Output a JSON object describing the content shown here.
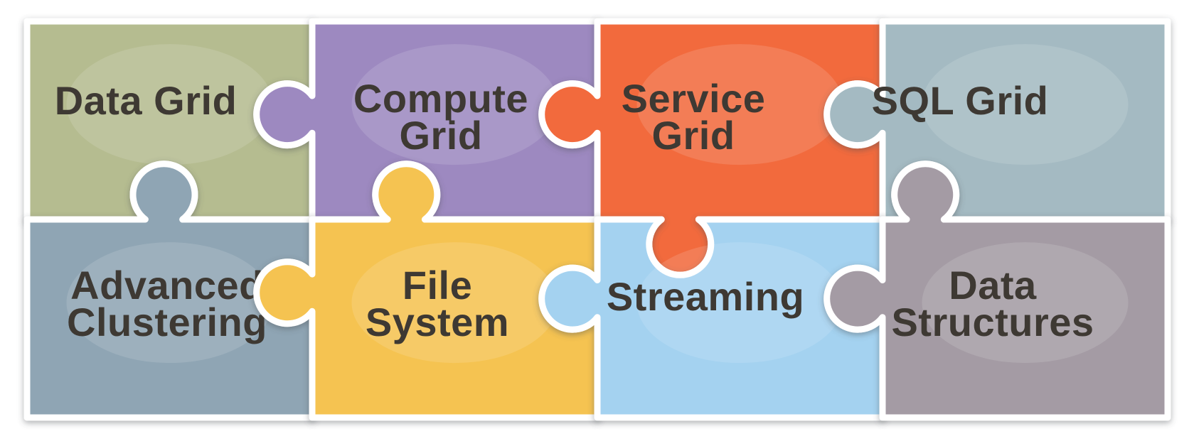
{
  "diagram": {
    "type": "puzzle-feature-diagram",
    "background": "#ffffff",
    "text_color": "#3e3933",
    "pieces": [
      {
        "id": "data-grid",
        "label": "Data Grid",
        "lines": [
          "Data Grid"
        ],
        "color": "#b5bc90"
      },
      {
        "id": "compute-grid",
        "label": "Compute Grid",
        "lines": [
          "Compute",
          "Grid"
        ],
        "color": "#9d89c0"
      },
      {
        "id": "service-grid",
        "label": "Service Grid",
        "lines": [
          "Service",
          "Grid"
        ],
        "color": "#f26a3c"
      },
      {
        "id": "sql-grid",
        "label": "SQL Grid",
        "lines": [
          "SQL Grid"
        ],
        "color": "#a4bac2"
      },
      {
        "id": "advanced-clustering",
        "label": "Advanced Clustering",
        "lines": [
          "Advanced",
          "Clustering"
        ],
        "color": "#8fa5b4"
      },
      {
        "id": "file-system",
        "label": "File System",
        "lines": [
          "File",
          "System"
        ],
        "color": "#f5c351"
      },
      {
        "id": "streaming",
        "label": "Streaming",
        "lines": [
          "Streaming"
        ],
        "color": "#a4d2f0"
      },
      {
        "id": "data-structures",
        "label": "Data Structures",
        "lines": [
          "Data",
          "Structures"
        ],
        "color": "#a49ba4"
      }
    ]
  }
}
